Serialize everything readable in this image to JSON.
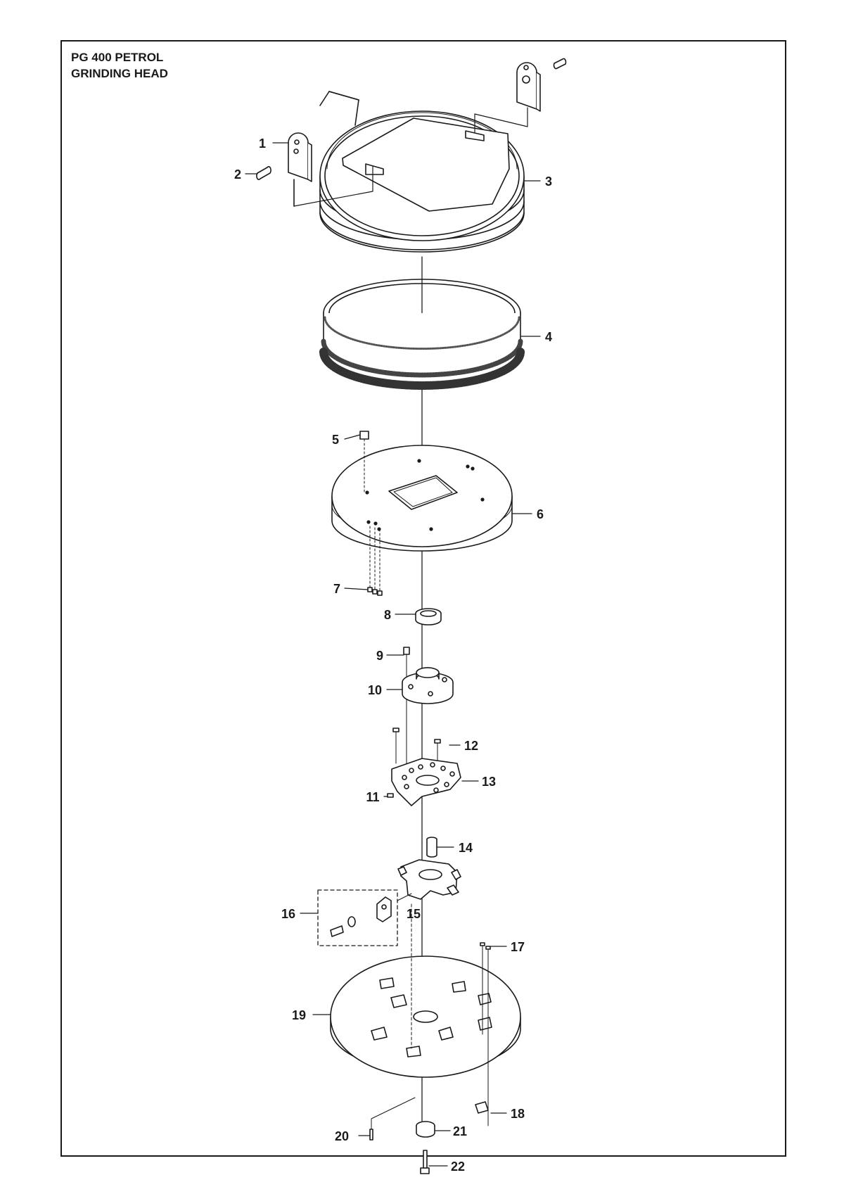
{
  "title": {
    "line1": "PG 400 PETROL",
    "line2": "GRINDING HEAD"
  },
  "callouts": [
    "1",
    "2",
    "3",
    "4",
    "5",
    "6",
    "7",
    "8",
    "9",
    "10",
    "11",
    "12",
    "13",
    "14",
    "15",
    "16",
    "17",
    "18",
    "19",
    "20",
    "21",
    "22"
  ]
}
